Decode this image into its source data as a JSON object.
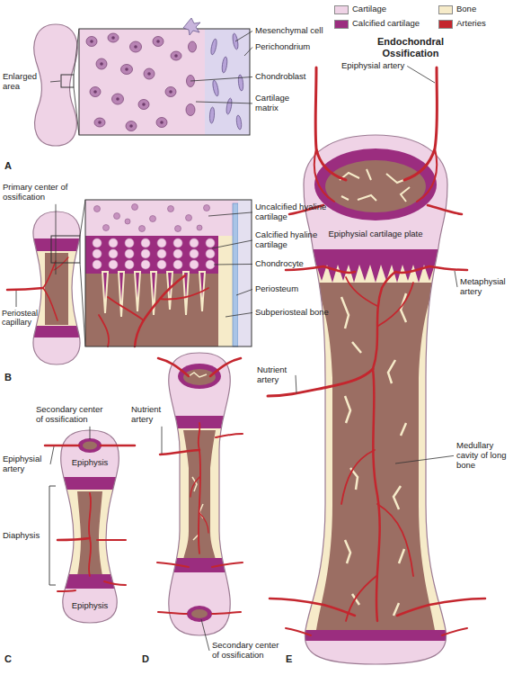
{
  "diagram": {
    "title": "Endochondral Ossification",
    "labels": [
      "Enlarged area",
      "Mesenchymal cell",
      "Perichondrium",
      "Chondroblast",
      "Cartilage matrix",
      "A",
      "Primary center of ossification",
      "Uncalcified hyaline cartilage",
      "Calcified hyaline cartilage",
      "Chondrocyte",
      "Periosteal capillary",
      "Periosteum",
      "Subperiosteal bone",
      "B",
      "Secondary center of ossification",
      "Epiphysial artery",
      "Epiphysis",
      "Diaphysis",
      "Epiphysis",
      "C",
      "Nutrient artery",
      "Secondary center of ossification",
      "D",
      "Epiphysial artery",
      "Epiphysial cartilage plate",
      "Metaphysial artery",
      "Nutrient artery",
      "Medullary cavity of long bone",
      "E"
    ],
    "legend": [
      {
        "text": "Cartilage",
        "color": "#efd3e6"
      },
      {
        "text": "Calcified cartilage",
        "color": "#9b2d7f"
      },
      {
        "text": "Bone",
        "color": "#f6ebc9"
      },
      {
        "text": "Arteries",
        "color": "#c4262e"
      }
    ]
  }
}
